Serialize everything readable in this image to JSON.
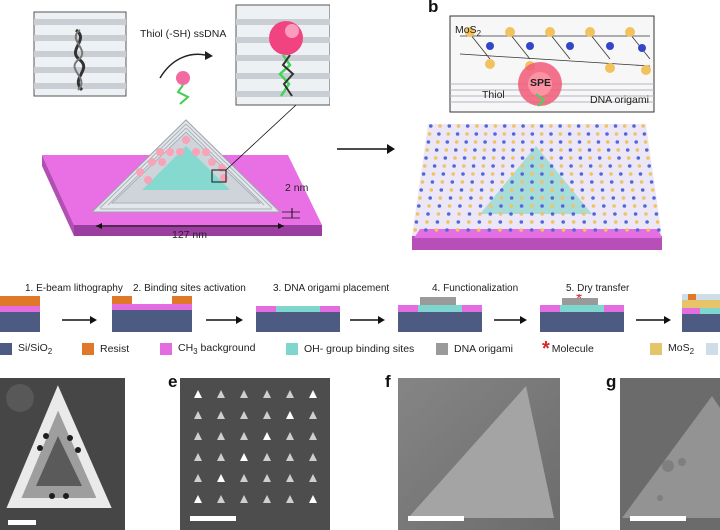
{
  "panel_b": {
    "label": "b"
  },
  "panel_a_texts": {
    "thiol_ssdna": "Thiol (-SH) ssDNA",
    "dim_2nm": "2 nm",
    "dim_127nm": "127 nm"
  },
  "panel_b_texts": {
    "mos2_base": "MoS",
    "mos2_sub": "2",
    "spe": "SPE",
    "thiol": "Thiol",
    "dna_origami": "DNA origami"
  },
  "steps": [
    {
      "label": "1. E-beam lithography"
    },
    {
      "label": "2. Binding sites activation"
    },
    {
      "label": "3. DNA origami placement"
    },
    {
      "label": "4. Functionalization"
    },
    {
      "label": "5. Dry transfer"
    }
  ],
  "legend": {
    "si_sio2": "Si/SiO",
    "si_sio2_sub": "2",
    "resist": "Resist",
    "ch3_pre": "CH",
    "ch3_sub": "3",
    "ch3_post": " background",
    "oh_sites": "OH- group binding sites",
    "dna_origami": "DNA origami",
    "molecule": "Molecule",
    "mos2": "MoS",
    "mos2_sub": "2",
    "molecule_marker": "*"
  },
  "sem_labels": {
    "e": "e",
    "f": "f",
    "g": "g"
  },
  "colors": {
    "substrate_navy": "#4d5a82",
    "resist_orange": "#e0782a",
    "ch3_magenta": "#e36de0",
    "oh_teal": "#7ed6cf",
    "origami_gray": "#9a9a9a",
    "molecule_red": "#d9262b",
    "mos2_yellow": "#e6c56a",
    "hbn_lightblue": "#cfdcea"
  }
}
